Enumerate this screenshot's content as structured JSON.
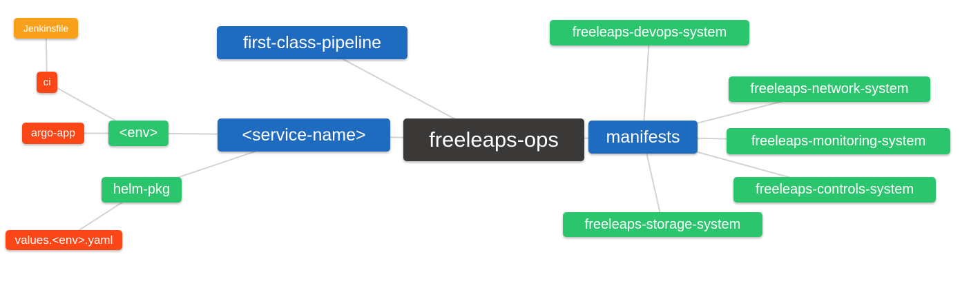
{
  "palette": {
    "background": "#ffffff",
    "line": "#d3d3d3",
    "node_text": "#ffffff",
    "root": "#3b3838",
    "branch": "#1e6bbf",
    "leaf": "#2bc56d",
    "detail": "#fb4617",
    "file": "#f9a01b"
  },
  "mindmap": {
    "nodes": {
      "root": {
        "label": "freeleaps-ops",
        "role": "root"
      },
      "first_class_pipeline": {
        "label": "first-class-pipeline",
        "role": "branch"
      },
      "service_name": {
        "label": "<service-name>",
        "role": "branch"
      },
      "manifests": {
        "label": "manifests",
        "role": "branch"
      },
      "env": {
        "label": "<env>",
        "role": "leaf"
      },
      "helm_pkg": {
        "label": "helm-pkg",
        "role": "leaf"
      },
      "devops_system": {
        "label": "freeleaps-devops-system",
        "role": "leaf"
      },
      "network_system": {
        "label": "freeleaps-network-system",
        "role": "leaf"
      },
      "monitoring_system": {
        "label": "freeleaps-monitoring-system",
        "role": "leaf"
      },
      "controls_system": {
        "label": "freeleaps-controls-system",
        "role": "leaf"
      },
      "storage_system": {
        "label": "freeleaps-storage-system",
        "role": "leaf"
      },
      "ci": {
        "label": "ci",
        "role": "detail"
      },
      "argo_app": {
        "label": "argo-app",
        "role": "detail"
      },
      "values_env_yaml": {
        "label": "values.<env>.yaml",
        "role": "detail"
      },
      "jenkinsfile": {
        "label": "Jenkinsfile",
        "role": "file"
      }
    },
    "edges": [
      [
        "root",
        "first_class_pipeline"
      ],
      [
        "root",
        "service_name"
      ],
      [
        "root",
        "manifests"
      ],
      [
        "service_name",
        "env"
      ],
      [
        "service_name",
        "helm_pkg"
      ],
      [
        "env",
        "ci"
      ],
      [
        "env",
        "argo_app"
      ],
      [
        "ci",
        "jenkinsfile"
      ],
      [
        "helm_pkg",
        "values_env_yaml"
      ],
      [
        "manifests",
        "devops_system"
      ],
      [
        "manifests",
        "network_system"
      ],
      [
        "manifests",
        "monitoring_system"
      ],
      [
        "manifests",
        "controls_system"
      ],
      [
        "manifests",
        "storage_system"
      ]
    ]
  }
}
